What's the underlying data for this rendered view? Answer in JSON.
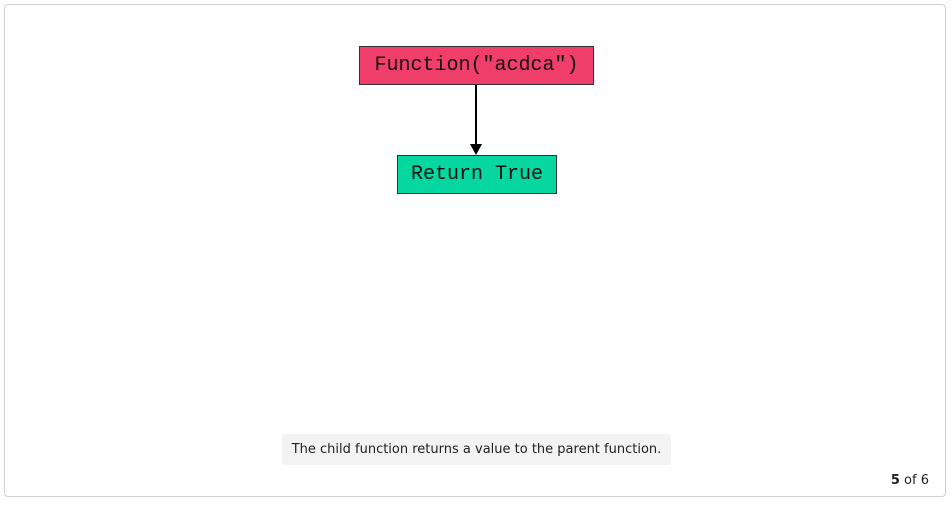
{
  "diagram": {
    "parent_node": {
      "label": "Function(\"acdca\")",
      "color": "#f03e6b"
    },
    "child_node": {
      "label": "Return True",
      "color": "#06d6a0"
    },
    "edge_color": "#000000"
  },
  "caption": {
    "text": "The child function returns a value to the parent function."
  },
  "pager": {
    "current": "5",
    "separator": "of",
    "total": "6"
  }
}
